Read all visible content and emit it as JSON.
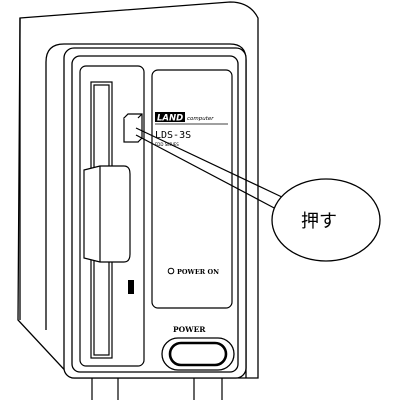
{
  "brand": {
    "logo": "LAND",
    "suffix": "computer"
  },
  "model": "LDS-3S",
  "model_subtext": "FDD SERIES",
  "indicator_label": "POWER ON",
  "power_button_label": "POWER",
  "callout_label": "押す",
  "colors": {
    "line": "#000000",
    "background": "#ffffff"
  }
}
